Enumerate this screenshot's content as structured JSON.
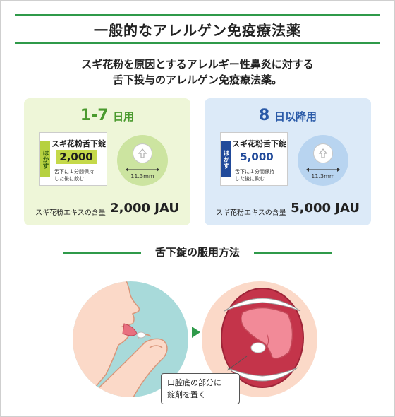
{
  "title": "一般的なアレルゲン免疫療法薬",
  "intro": {
    "line1": "スギ花粉を原因とするアレルギー性鼻炎に対する",
    "line2": "舌下投与のアレルゲン免疫療法薬。"
  },
  "panels": [
    {
      "heading_number": "1-7",
      "heading_unit": "日用",
      "package_side": "はかす",
      "package_name": "スギ花粉舌下錠",
      "package_dose": "2,000",
      "package_note_1": "舌下に１分間保持",
      "package_note_2": "した後に飲む",
      "tablet_size": "11.3mm",
      "content_label": "スギ花粉エキスの含量",
      "content_value": "2,000 JAU"
    },
    {
      "heading_number": "8",
      "heading_unit": "日以降用",
      "package_side": "はかす",
      "package_name": "スギ花粉舌下錠",
      "package_dose": "5,000",
      "package_note_1": "舌下に１分間保持",
      "package_note_2": "した後に飲む",
      "tablet_size": "11.3mm",
      "content_label": "スギ花粉エキスの含量",
      "content_value": "5,000 JAU"
    }
  ],
  "howto": {
    "heading": "舌下錠の服用方法",
    "callout_line1": "口腔底の部分に",
    "callout_line2": "錠剤を置く"
  },
  "colors": {
    "accent_green": "#2f9a4a",
    "panel_green": "#eef6d8",
    "panel_blue": "#dceaf8",
    "text_green": "#4a9a2e",
    "text_blue": "#2a5aa8",
    "illustration_teal": "#a8dada",
    "illustration_peach": "#fbd9c8",
    "mouth_red": "#c4344a"
  },
  "icons": [
    "arrow-up-icon",
    "double-arrow-icon",
    "play-arrow-icon"
  ]
}
